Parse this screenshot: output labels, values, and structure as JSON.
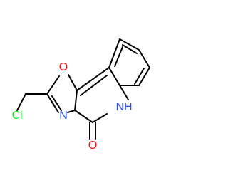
{
  "molecule": {
    "atoms": {
      "O_ring": {
        "text": "O",
        "color": "#ff0d0d"
      },
      "N_ring": {
        "text": "N",
        "color": "#3050f8"
      },
      "NH": {
        "text": "NH",
        "color": "#3050f8"
      },
      "O_carbonyl": {
        "text": "O",
        "color": "#ff0d0d"
      },
      "Cl": {
        "text": "Cl",
        "color": "#1ff01f"
      }
    },
    "bond_color": "#000000",
    "background": "#ffffff"
  }
}
